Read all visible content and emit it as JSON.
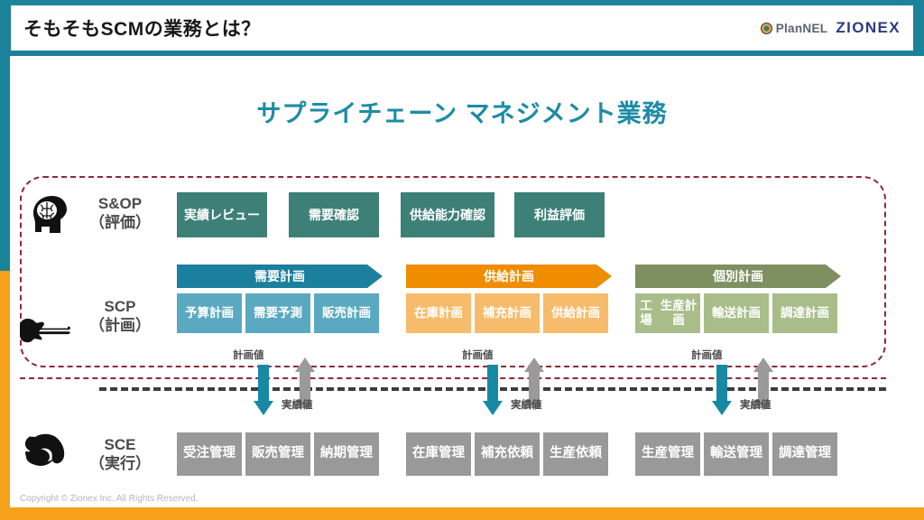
{
  "header": {
    "title": "そもそもSCMの業務とは？",
    "brand_plannel": "PlanNEL",
    "brand_zionex": "ZIONEX"
  },
  "main_title": "サプライチェーン マネジメント業務",
  "rows": {
    "sop": {
      "label_line1": "S&OP",
      "label_line2": "（評価）",
      "icon": "head-brain-icon",
      "boxes": [
        {
          "label": "実績レビュー"
        },
        {
          "label": "需要確認"
        },
        {
          "label": "供給能力確認"
        },
        {
          "label": "利益評価"
        }
      ]
    },
    "scp": {
      "label_line1": "SCP",
      "label_line2": "（計画）",
      "icon": "pointing-hand-icon",
      "groups": [
        {
          "header": "需要計画",
          "header_color": "#1b7f9e",
          "cell_color": "#5aa9c0",
          "cells": [
            {
              "label": "予算計画"
            },
            {
              "label": "需要予測"
            },
            {
              "label": "販売計画"
            }
          ]
        },
        {
          "header": "供給計画",
          "header_color": "#f08c00",
          "cell_color": "#f7bc6b",
          "cells": [
            {
              "label": "在庫計画"
            },
            {
              "label": "補充計画"
            },
            {
              "label": "供給計画"
            }
          ]
        },
        {
          "header": "個別計画",
          "header_color": "#7e8f60",
          "cell_color": "#a8bd8a",
          "cells": [
            {
              "label": "工場\n生産計画"
            },
            {
              "label": "輸送計画"
            },
            {
              "label": "調達計画"
            }
          ]
        }
      ]
    },
    "sce": {
      "label_line1": "SCE",
      "label_line2": "（実行）",
      "icon": "flexed-bicep-icon",
      "groups": [
        {
          "cells": [
            {
              "label": "受注管理"
            },
            {
              "label": "販売管理"
            },
            {
              "label": "納期管理"
            }
          ]
        },
        {
          "cells": [
            {
              "label": "在庫管理"
            },
            {
              "label": "補充依頼"
            },
            {
              "label": "生産依頼"
            }
          ]
        },
        {
          "cells": [
            {
              "label": "生産管理"
            },
            {
              "label": "輸送管理"
            },
            {
              "label": "調達管理"
            }
          ]
        }
      ]
    }
  },
  "flows": [
    {
      "down_label": "計画値",
      "up_label": "実績値"
    },
    {
      "down_label": "計画値",
      "up_label": "実績値"
    },
    {
      "down_label": "計画値",
      "up_label": "実績値"
    }
  ],
  "footer": "Copyright © Zionex Inc. All Rights Reserved.",
  "colors": {
    "teal": "#1a8299",
    "orange": "#f5a11b",
    "title_teal": "#1d8ca6",
    "dashed_red": "#8c2b35",
    "sop_green": "#3d8078",
    "sce_gray": "#999999",
    "arrow_down": "#1789a3",
    "arrow_up": "#9a9a9a"
  }
}
